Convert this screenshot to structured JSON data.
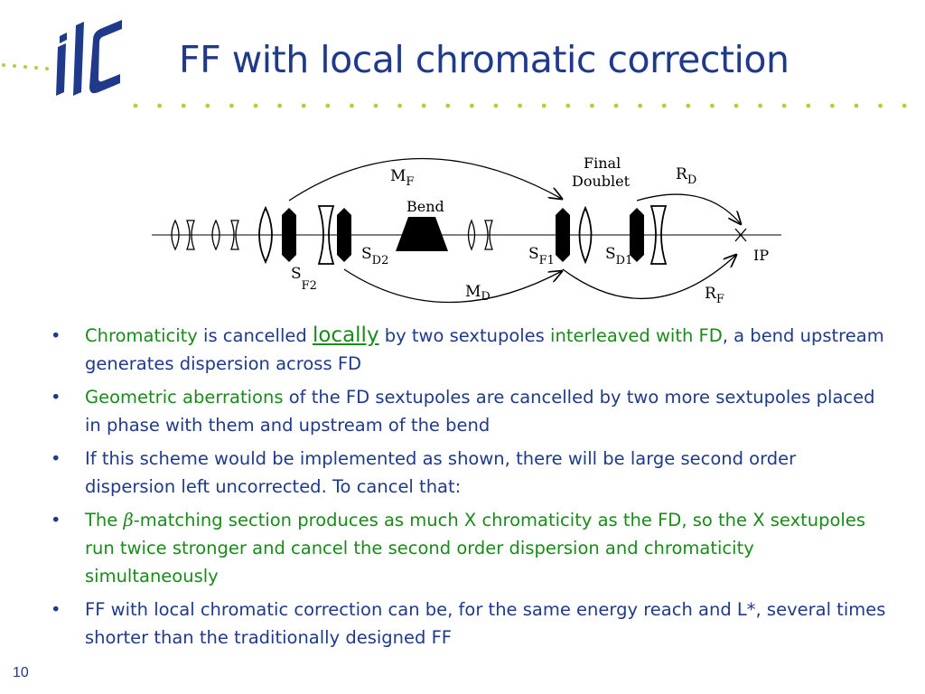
{
  "logo_text": "ilc",
  "title": "FF with local chromatic correction",
  "diagram": {
    "labels": {
      "mf": "M",
      "mf_sub": "F",
      "md": "M",
      "md_sub": "D",
      "bend": "Bend",
      "final1": "Final",
      "final2": "Doublet",
      "rd": "R",
      "rd_sub": "D",
      "rf": "R",
      "rf_sub": "F",
      "ip": "IP",
      "sf2": "S",
      "sf2_sub": "F2",
      "sd2": "S",
      "sd2_sub": "D2",
      "sf1": "S",
      "sf1_sub": "F1",
      "sd1": "S",
      "sd1_sub": "D1"
    }
  },
  "bullets": [
    {
      "parts": [
        {
          "text": "Chromaticity",
          "style": "green"
        },
        {
          "text": " is cancelled ",
          "style": ""
        },
        {
          "text": "locally",
          "style": "green u"
        },
        {
          "text": " by two sextupoles ",
          "style": ""
        },
        {
          "text": "interleaved with FD",
          "style": "green"
        },
        {
          "text": ", a bend upstream generates dispersion across FD",
          "style": ""
        }
      ]
    },
    {
      "parts": [
        {
          "text": "Geometric aberrations",
          "style": "green"
        },
        {
          "text": " of the FD sextupoles are cancelled by two more sextupoles placed in phase with them and upstream of the bend",
          "style": ""
        }
      ]
    },
    {
      "parts": [
        {
          "text": "If this scheme would be implemented as shown, there will be large second order dispersion left uncorrected. To cancel that:",
          "style": ""
        }
      ]
    },
    {
      "parts": [
        {
          "text": "The ",
          "style": "green"
        },
        {
          "text": "β",
          "style": "green beta"
        },
        {
          "text": "-matching section produces as much X chromaticity as the FD, so the X sextupoles run twice stronger and cancel the second order dispersion and chromaticity simultaneously",
          "style": "green"
        }
      ]
    },
    {
      "parts": [
        {
          "text": "FF with local chromatic correction can be, for the same energy reach and L*, several times shorter than the traditionally designed FF",
          "style": ""
        }
      ]
    }
  ],
  "slide_number": "10",
  "colors": {
    "title": "#1f3a8a",
    "green": "#1a8a1a",
    "logo": "#1f3a8a",
    "dots": "#b7cc3a"
  }
}
